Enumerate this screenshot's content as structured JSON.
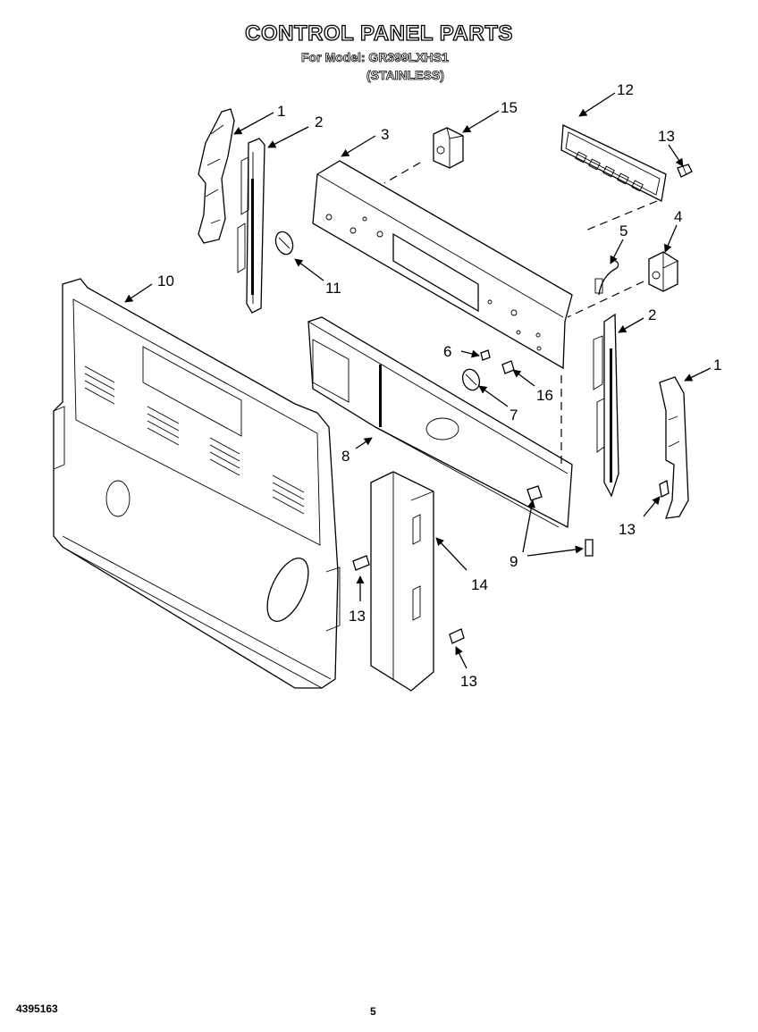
{
  "header": {
    "title": "CONTROL PANEL PARTS",
    "model_line": "For Model: GR399LXHS1",
    "finish": "(STAINLESS)"
  },
  "footer": {
    "doc_number": "4395163",
    "page_number": "5"
  },
  "callouts": {
    "c1_left": "1",
    "c2_left": "2",
    "c3": "3",
    "c15": "15",
    "c12": "12",
    "c13_top": "13",
    "c4": "4",
    "c5": "5",
    "c2_right": "2",
    "c1_right": "1",
    "c10": "10",
    "c11": "11",
    "c6": "6",
    "c16": "16",
    "c7": "7",
    "c8": "8",
    "c9": "9",
    "c13_right": "13",
    "c14": "14",
    "c13_mid": "13",
    "c13_bottom": "13"
  }
}
